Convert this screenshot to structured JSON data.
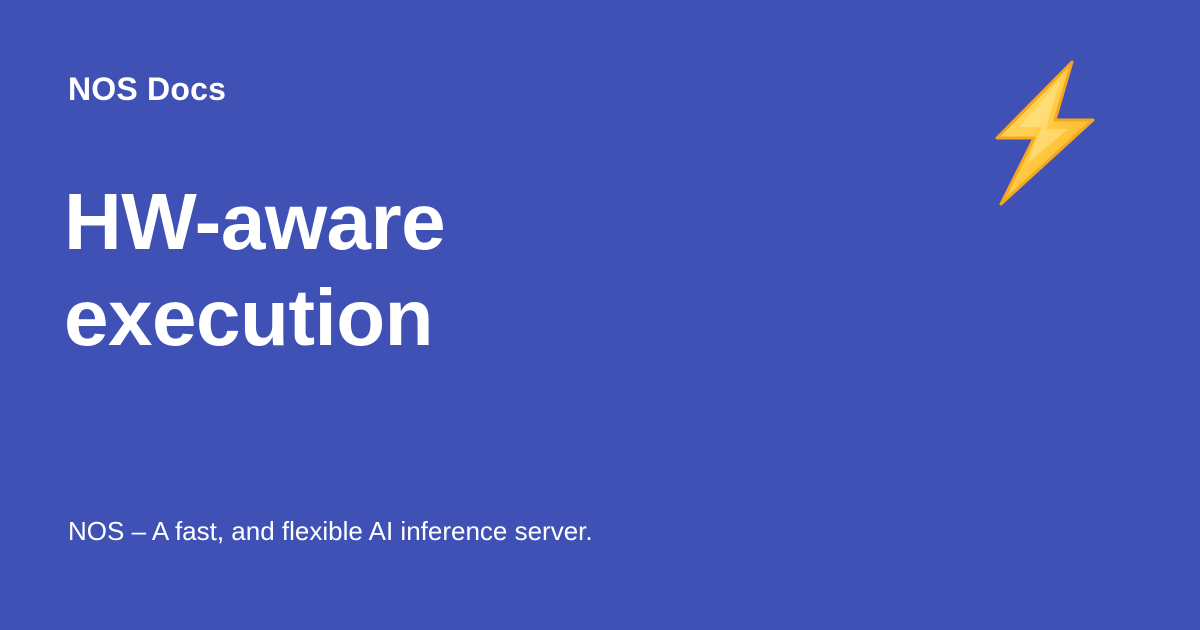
{
  "site": {
    "name": "NOS Docs"
  },
  "page": {
    "title_lines": [
      "HW-aware",
      "execution"
    ],
    "description": "NOS – A fast, and flexible AI inference server."
  },
  "icon": {
    "name": "lightning-bolt-icon",
    "fill_color": "#FFC83D",
    "stroke_color": "#F5A623"
  },
  "colors": {
    "background": "#3F51B5",
    "text": "#FFFFFF"
  }
}
